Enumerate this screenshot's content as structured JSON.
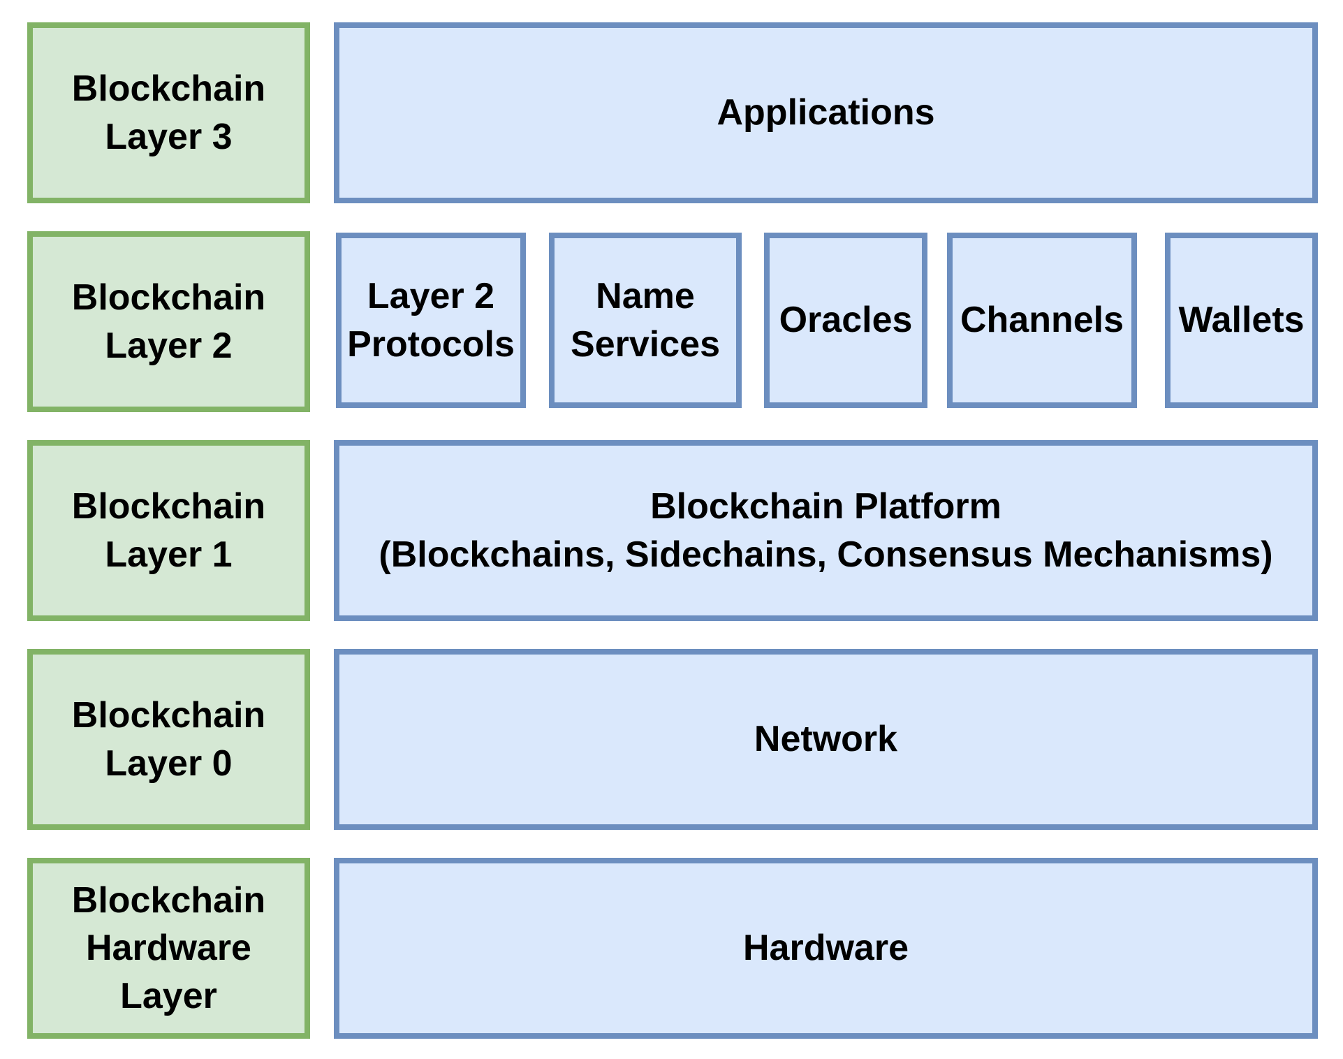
{
  "colors": {
    "layer_fill": "#D5E8D4",
    "layer_border": "#82B366",
    "component_fill": "#DAE8FC",
    "component_border": "#6C8EBF",
    "text": "#000000",
    "background": "#FFFFFF"
  },
  "rows": [
    {
      "layer": "Blockchain\nLayer 3",
      "content": "Applications"
    },
    {
      "layer": "Blockchain\nLayer 2",
      "boxes": [
        "Layer 2\nProtocols",
        "Name\nServices",
        "Oracles",
        "Channels",
        "Wallets"
      ]
    },
    {
      "layer": "Blockchain\nLayer 1",
      "content": "Blockchain Platform\n(Blockchains, Sidechains, Consensus Mechanisms)"
    },
    {
      "layer": "Blockchain\nLayer 0",
      "content": "Network"
    },
    {
      "layer": "Blockchain\nHardware\nLayer",
      "content": "Hardware"
    }
  ]
}
